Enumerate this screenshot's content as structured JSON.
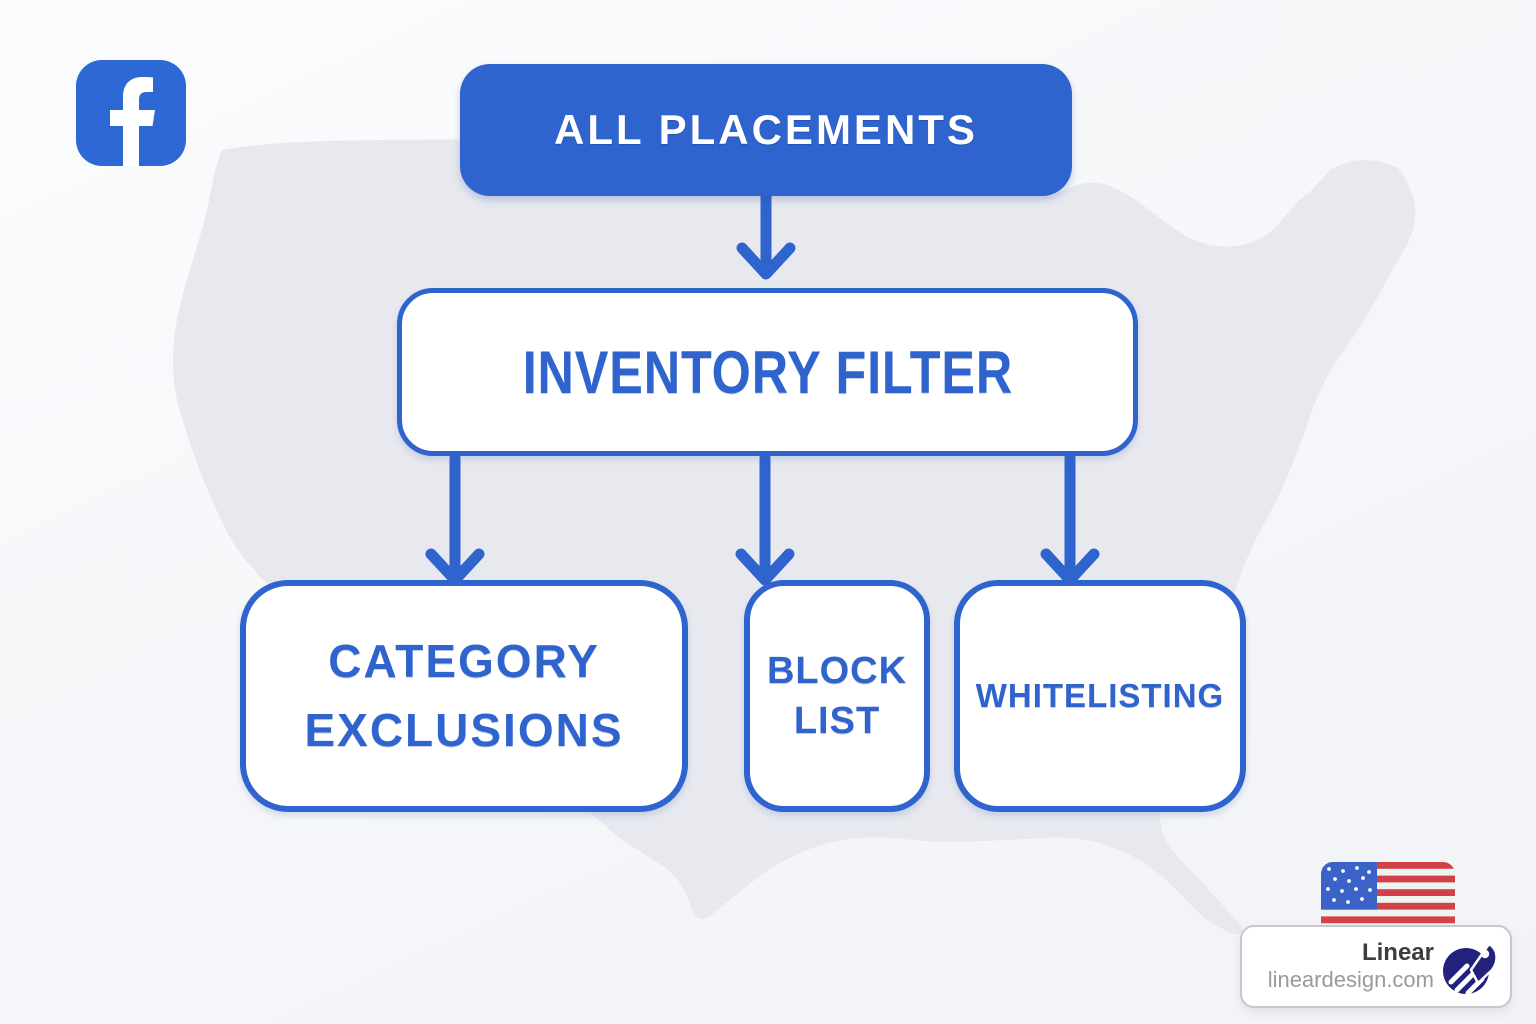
{
  "background": {
    "page_color": "#f7f8fa",
    "map_color": "#e7e9ef",
    "map_shape": "usa-silhouette"
  },
  "colors": {
    "accent_blue": "#2f63cd",
    "facebook_blue": "#2d68d4",
    "rocket_navy": "#22227c",
    "flag_red": "#d2414a",
    "flag_stripe_white": "#eef5ef",
    "flag_canton_blue": "#3a62c8",
    "card_border": "#c7c7cc",
    "brand_text": "#3d3d3d",
    "url_text": "#9a9a9d"
  },
  "diagram": {
    "type": "flowchart",
    "nodes": {
      "root": {
        "label": "ALL PLACEMENTS"
      },
      "filter": {
        "label": "INVENTORY FILTER"
      },
      "children": [
        {
          "label": "CATEGORY EXCLUSIONS"
        },
        {
          "label": "BLOCK LIST"
        },
        {
          "label": "WHITELISTING"
        }
      ]
    },
    "edges": [
      {
        "from": "ALL PLACEMENTS",
        "to": "INVENTORY FILTER"
      },
      {
        "from": "INVENTORY FILTER",
        "to": "CATEGORY EXCLUSIONS"
      },
      {
        "from": "INVENTORY FILTER",
        "to": "BLOCK LIST"
      },
      {
        "from": "INVENTORY FILTER",
        "to": "WHITELISTING"
      }
    ]
  },
  "icons": {
    "facebook": "facebook-f-icon",
    "flag": "us-flag-icon",
    "rocket": "rocket-icon"
  },
  "watermark": {
    "brand": "Linear",
    "domain": "lineardesign.com"
  }
}
